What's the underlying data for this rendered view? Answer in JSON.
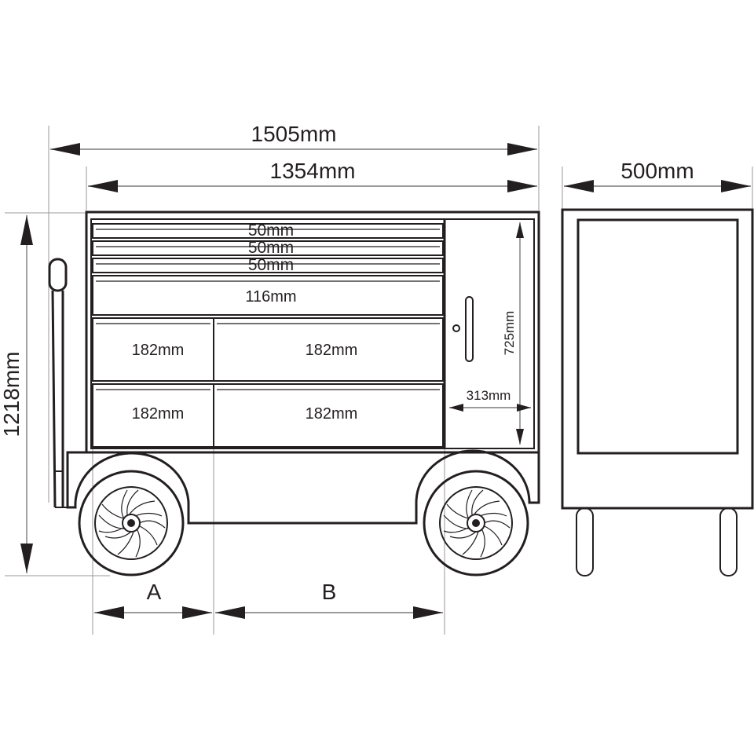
{
  "dimensions": {
    "overall_width": "1505mm",
    "body_width": "1354mm",
    "depth": "500mm",
    "height": "1218mm",
    "drawer_small_1": "50mm",
    "drawer_small_2": "50mm",
    "drawer_small_3": "50mm",
    "drawer_medium": "116mm",
    "drawer_large_left_top": "182mm",
    "drawer_large_right_top": "182mm",
    "drawer_large_left_bottom": "182mm",
    "drawer_large_right_bottom": "182mm",
    "cabinet_height": "725mm",
    "cabinet_width": "313mm"
  },
  "labels": {
    "a": "A",
    "b": "B"
  },
  "colors": {
    "line": "#231f20",
    "dimension_line": "#7a7a7a"
  }
}
